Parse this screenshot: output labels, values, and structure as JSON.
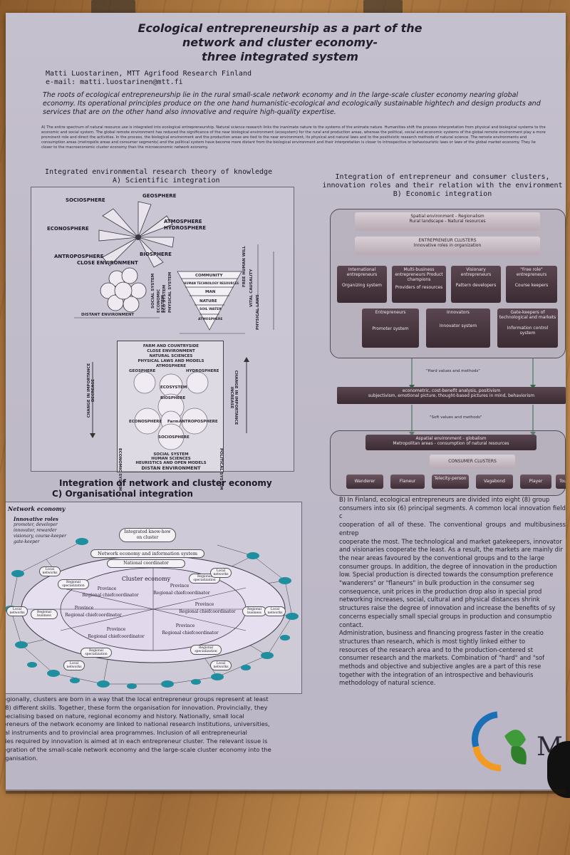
{
  "poster": {
    "title_lines": [
      "Ecological entrepreneurship as a part of the",
      "network and cluster economy-",
      "three integrated system"
    ],
    "author": "Matti Luostarinen,  MTT Agrifood Research Finland",
    "email": "e-mail: matti.luostarinen@mtt.fi",
    "intro": "The roots of ecological entrepreneurship lie in the rural small-scale network economy and in the large-scale cluster economy nearing global economy. Its operational principles produce on the one hand humanistic-ecological and ecologically sustainable hightech and design products and services that are on the other hand also innovative and require high-quality expertise.",
    "abstract": "A) The entire spectrum of natural resource use is integrated into ecological entrepreneurship. Natural science research links the inanimate nature to the systems of the animate nature. Humanities shift the process interpretation from physical and biological systems to the economic and social system. The global remote environment has reduced the significance of the near biological environment (ecosystem) for the rural and production areas, whereas the political, social and economic systems of the global remote environment play a more prominent role and direct the activities. In the process, the biological environment and the production areas are tied to the near environment, its physical and natural laws and to the positivistic research methods of natural science. The remote environments and consumption areas (metropolis areas and consumer segments) and the political system have become more distant from the biological environment and their interpretation is closer to introspective or behaviouristic laws or laws of the global market economy. They lie closer to the macroeconomic cluster economy than the microeconomic network economy."
  },
  "section_a": {
    "heading": "Integrated environmental research theory of knowledge",
    "sub": "A) Scientific integration",
    "spheres": [
      "SOCIOSPHERE",
      "GEOSPHERE",
      "ECONOSPHERE",
      "ATMOSPHERE",
      "HYDROSPHERE",
      "ANTROPOSPHERE",
      "BIOSPHERE"
    ],
    "close_env": "CLOSE ENVIRONMENT",
    "distant_env": "DISTANT ENVIRONMENT",
    "pyramid": [
      "COMMUNITY",
      "HUMAN  TECHNOLOGY  RESOURCES",
      "MAN",
      "NATURE",
      "SOIL  WATER",
      "ATMOSPHERE"
    ],
    "vertical_labels": [
      "SOCIAL SYSTEM",
      "ECONOMIC SYSTEM",
      "ECO SYSTEM",
      "PHYSICAL SYSTEM",
      "FREE HUMAN WILL",
      "VITAL CAUSALITY",
      "PHYSICAL LAWS"
    ],
    "lower": {
      "top_lines": [
        "FARM AND COUNTRYSIDE",
        "CLOSE ENVIRONMENT",
        "NATURAL SCIENCES",
        "PHYSICAL LAWS AND MODELS",
        "ATMOSPHERE"
      ],
      "circles": [
        "GEOSPHERE",
        "HYDROSPHERE",
        "ECOSYSTEM",
        "BIOSPHERE",
        "ECONOSPHERE",
        "Farm",
        "ANTROPOSPHERE",
        "SOCIOSPHERE"
      ],
      "bottom_lines": [
        "SOCIAL SYSTEM",
        "HUMAN SCIENCES",
        "HEURISTICS AND OPEN MODELS",
        "DISTAN  ENVIRONMENT"
      ],
      "left_label": "CHANGE IN IMPORTANCE DECREASE",
      "right_label": "CHANGE IN IMPORTANCE INCREASE",
      "eco_label": "ECONOMIC SYSTEM",
      "pol_label": "POLITICAL SYSTEM"
    }
  },
  "section_b": {
    "heading_lines": [
      "Integration of entrepreneur and consumer clusters,",
      "innovation roles and their relation with the environment"
    ],
    "sub": "B) Economic integration",
    "spatial_top": [
      "Spatial environment - Regionalism",
      "Rural landscape - Natural resources"
    ],
    "ent_clusters": [
      "ENTREPRENEUR CLUSTERS",
      "Innovative roles in organization"
    ],
    "row1": [
      {
        "t": "International entrepreneurs",
        "s": "Organizing system"
      },
      {
        "t": "Multi-business entrepreneurs Product champions",
        "s": "Providers of resources"
      },
      {
        "t": "Visionary entrepreneurs",
        "s": "Pattern developers"
      },
      {
        "t": "\"Free role\" entrepreneurs",
        "s": "Course keepers"
      }
    ],
    "row2": [
      {
        "t": "Entrepreneurs",
        "s": "Promoter system"
      },
      {
        "t": "Innovators",
        "s": "Innovator system"
      },
      {
        "t": "Gate-keepers of technological and markets",
        "s": "Information control system"
      }
    ],
    "hard": "\"Hard values and methods\"",
    "methods_line1": "econometric, cost-benefit analysis, positivism",
    "methods_line2": "subjectivism, emotional picture, thought-based pictures in mind, behaviorism",
    "soft": "\"Soft values and methods\"",
    "spatial_bottom": [
      "Aspatial environment - globalism",
      "Metropolitan areas - consumption of natural resources"
    ],
    "consumer": "CONSUMER CLUSTERS",
    "consumer_types": [
      "Wanderer",
      "Flaneur",
      "Telecity-person",
      "Vagabond",
      "Player",
      "Tou"
    ]
  },
  "section_b_text": [
    "B) In Finland, ecological entrepreneurs are divided into eight (8) group",
    "consumers into six (6) principal segments. A common local innovation field c",
    "cooperation of all of these. The conventional groups and multibusiness entrep",
    "cooperate the most. The technological and market gatekeepers, innovator",
    "and visionaries cooperate the least. As a result, the markets are mainly dir",
    "the near areas favoured by the conventional groups and to the large",
    "consumer groups. In addition, the degree of innovation in the production",
    "low.  Special production is directed towards the consumption preference",
    "\"wanderers\" or \"flaneurs\" in bulk production in the consumer seg",
    "consequence, unit prices in the production drop also in special prod",
    "networking increases, social, cultural and physical distances shrink",
    "structures raise the degree of innovation and increase the benefits of sy",
    "concerns especially small special groups in production and consumptio",
    "contact.",
    "Administration, business and financing progress faster in the creatio",
    "structures than research, which is most tightly linked either to",
    "resources of the research area and to the production-centered st",
    "consumer research and the markets. Combination of \"hard\" and \"sof",
    "methods and objective and subjective angles are a part of this rese",
    "together with the integration of an introspective and behaviouris",
    "methodology of natural science."
  ],
  "section_c": {
    "heading_lines": [
      "Integration of network and cluster economy",
      "C) Organisational integration"
    ],
    "network_title": "Network economy",
    "roles_title": "Innovative roles",
    "roles": [
      "promoter, developer",
      "innovator, rewarder",
      "visionary, course-keeper",
      "gate-keeper"
    ],
    "integrated": "Integrated know-how on cluster",
    "nes": "Network economy and information system",
    "national": "National coordinator",
    "cluster": "Cluster economy",
    "province": "Province",
    "regional": "Regional chiefcoordinator",
    "regional_spec": "Regional specialization",
    "regional_bus": "Regional business",
    "local": "Local networks"
  },
  "section_c_text": [
    "egionally, clusters are born in a way that the local entrepreneur groups represent at least",
    "(8) different skills. Together, these form the organisation for innovation. Provincially, they",
    "pecialising based on nature, regional economy and history.  Nationally,  small local",
    "preneurs of the network economy are linked to national research institutions, universities,",
    "ial instruments and to provincial area programmes. Inclusion of all entrepreneurial",
    "ties required by innovation is aimed at in each entrepreneur cluster. The relevant issue is",
    "egration of the small-scale network economy and the large-scale cluster economy into the",
    "rganisation."
  ],
  "logo": {
    "text": "M"
  },
  "colors": {
    "poster_bg": "#c2bdcb",
    "dark_box": "#4a3a42",
    "teal_node": "#1f8fa0",
    "logo_blue": "#1b6fb5",
    "logo_green": "#3f9b3a",
    "logo_orange": "#f29a22"
  }
}
